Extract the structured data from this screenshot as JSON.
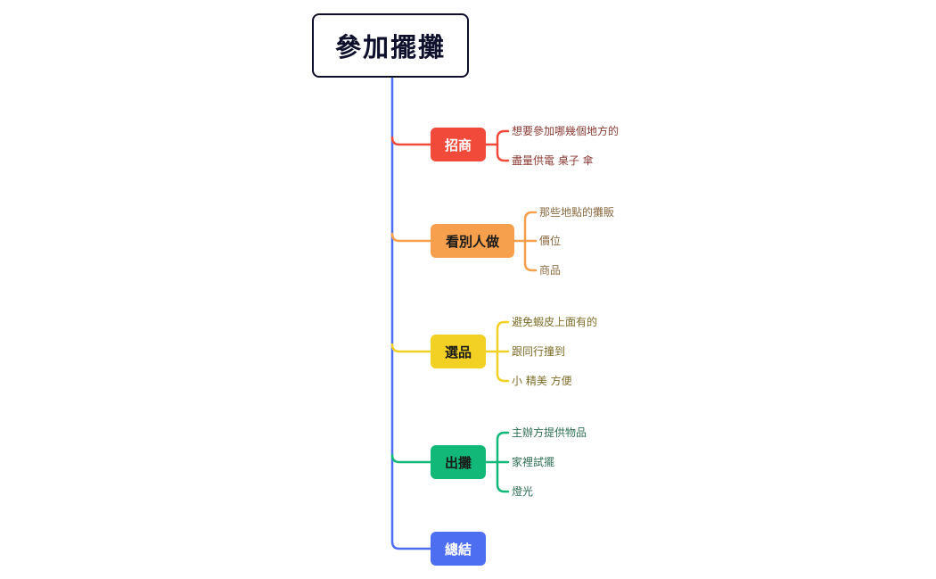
{
  "root": {
    "title": "參加擺攤"
  },
  "colors": {
    "spine": "#4e6ef2",
    "root_border": "#0d0f2b"
  },
  "branches": [
    {
      "label": "招商",
      "color": "#f24a3a",
      "text_color": "#ffffff",
      "leaf_color": "#8a3b34",
      "leaves": [
        "想要參加哪幾個地方的",
        "盡量供電 桌子 傘"
      ]
    },
    {
      "label": "看別人做",
      "color": "#f6a04d",
      "text_color": "#1a1a1a",
      "leaf_color": "#8a6a40",
      "leaves": [
        "那些地點的攤販",
        "價位",
        "商品"
      ]
    },
    {
      "label": "選品",
      "color": "#f2d024",
      "text_color": "#1a1a1a",
      "leaf_color": "#7d6d28",
      "leaves": [
        "避免蝦皮上面有的",
        "跟同行撞到",
        "小 精美 方便"
      ]
    },
    {
      "label": "出攤",
      "color": "#12b877",
      "text_color": "#1a1a1a",
      "leaf_color": "#2e6e55",
      "leaves": [
        "主辦方提供物品",
        "家裡試擺",
        "燈光"
      ]
    },
    {
      "label": "總結",
      "color": "#4e6ef2",
      "text_color": "#ffffff",
      "leaf_color": "#3b4a8a",
      "leaves": []
    }
  ]
}
